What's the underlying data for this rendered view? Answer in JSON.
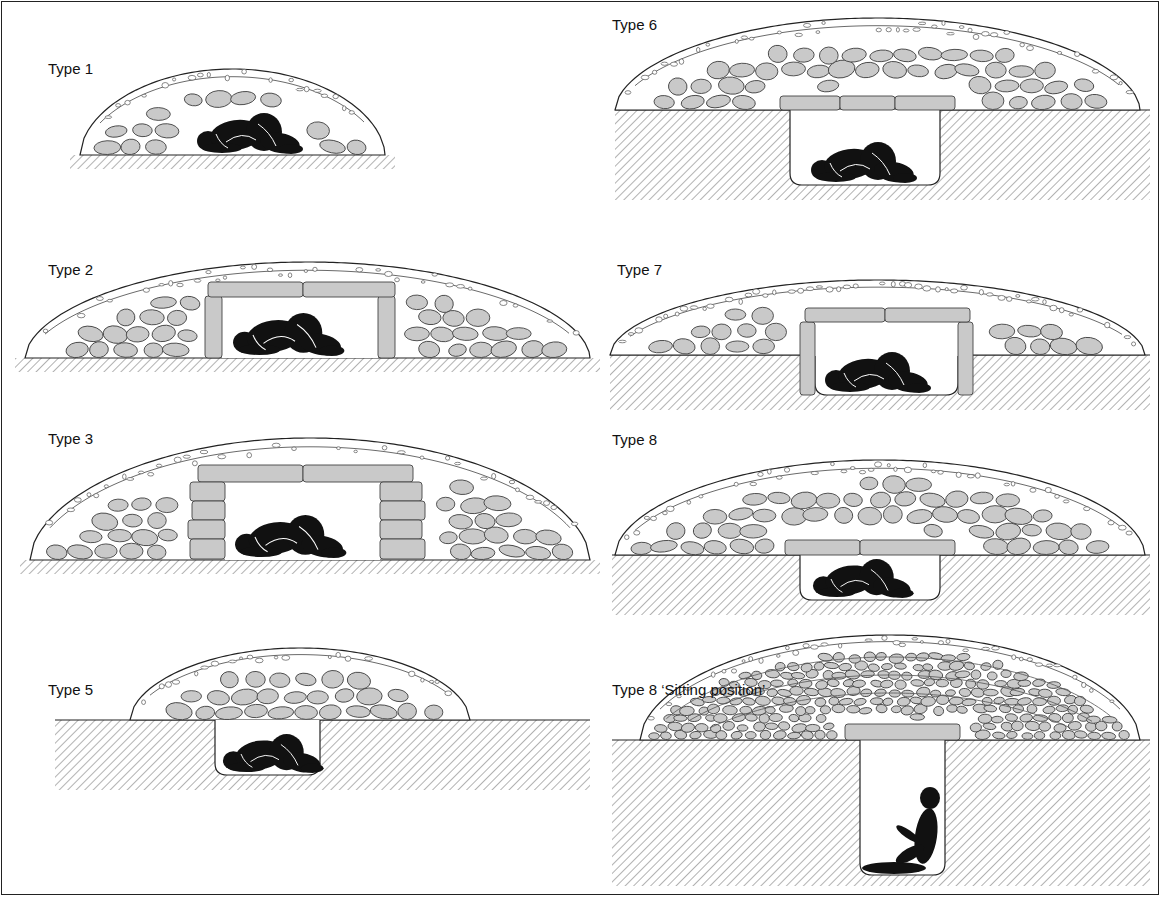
{
  "diagram": {
    "labels": [
      "Type 1",
      "Type 6",
      "Type 2",
      "Type 7",
      "Type 3",
      "Type 8",
      "Type 5",
      "Type 8 ‘Sitting position’"
    ]
  }
}
